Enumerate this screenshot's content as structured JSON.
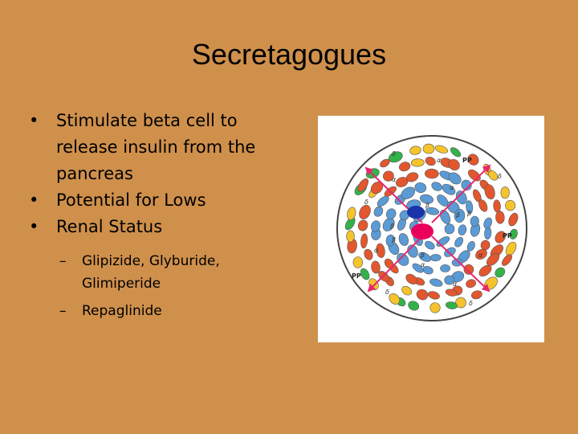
{
  "title": "Secretagogues",
  "bullets": [
    {
      "text": "Stimulate beta cell to release insulin from the pancreas"
    },
    {
      "text": "Potential for Lows"
    },
    {
      "text": "Renal Status"
    }
  ],
  "sub_bullets": [
    {
      "text": "Glipizide, Glyburide, Glimiperide"
    },
    {
      "text": "Repaglinide"
    }
  ],
  "bullet_glyph": "•",
  "dash_glyph": "–",
  "figure": {
    "labels": {
      "alpha": "α",
      "beta": "β",
      "delta": "δ",
      "pp": "PP"
    },
    "colors": {
      "background": "#CF904C",
      "alpha_cell": "#E2572E",
      "beta_cell": "#5B9BD5",
      "delta_cell": "#F5C42C",
      "pp_cell": "#33B24A",
      "arrows": "#E8266E",
      "center": "#E8005A",
      "vessel": "#1A33A8"
    }
  }
}
